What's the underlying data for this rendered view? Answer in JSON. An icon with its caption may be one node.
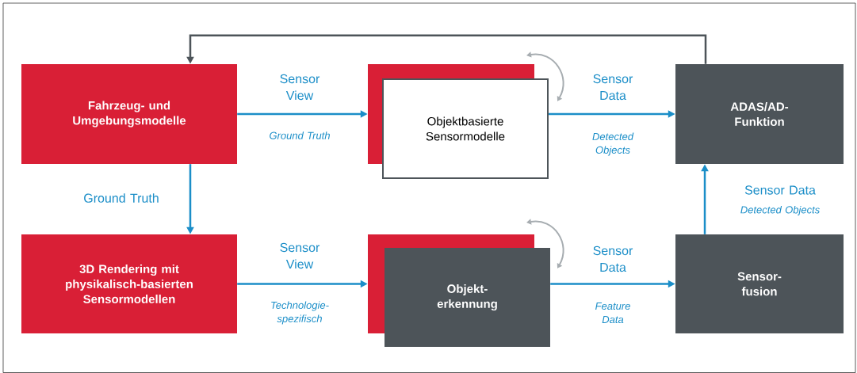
{
  "diagram": {
    "nodes": [
      {
        "text": [
          "Fahrzeug- und Umgebungsmodelle"
        ]
      },
      {
        "text": [],
        "shape": "box"
      },
      {
        "text": [
          "Objektbasierte Sensormodelle"
        ]
      },
      {
        "text": [
          "ADAS/AD- Funktion"
        ]
      },
      {
        "text": [
          "3D Rendering mit physikalisch-basierten Sensormodellen"
        ]
      },
      {
        "text": [],
        "shape": "box"
      },
      {
        "text": [
          "Objekt- erkennung"
        ]
      },
      {
        "text": [
          "Sensor- fusion"
        ]
      }
    ],
    "edges": [
      {
        "from": 0,
        "to": 1,
        "arrow": "to",
        "label": "Sensor View"
      },
      {
        "from": 2,
        "to": 3,
        "arrow": "to",
        "label": "Sensor Data"
      },
      {
        "from": 0,
        "to": 4,
        "arrow": "to",
        "label": "Ground Truth"
      },
      {
        "from": 4,
        "to": 5,
        "arrow": "to",
        "label": "Sensor View"
      },
      {
        "from": 6,
        "to": 7,
        "arrow": "to",
        "label": "Sensor Data"
      },
      {
        "from": 7,
        "to": 3,
        "arrow": "to",
        "label": "Sensor Data"
      },
      {
        "from": 3,
        "to": 0,
        "arrow": "to",
        "color": "#4d5459"
      }
    ],
    "labels": [
      "Ground Truth",
      "Detected Objects",
      "Detected Objects",
      "Technologie- spezifisch",
      "Feature Data"
    ]
  }
}
